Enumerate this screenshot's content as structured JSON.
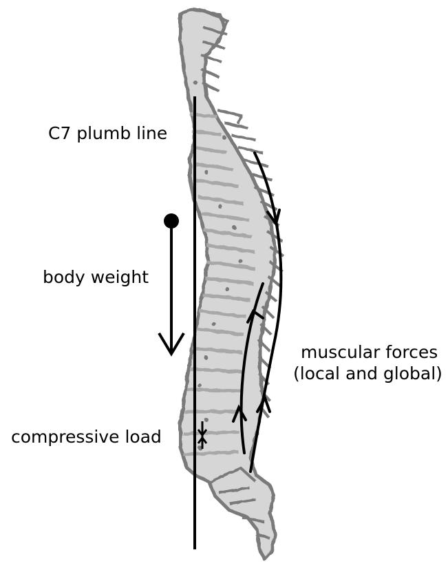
{
  "labels": {
    "plumb_line": "C7 plumb line",
    "body_weight": "body weight",
    "muscular_forces_line1": "muscular forces",
    "muscular_forces_line2": "(local and global)",
    "compressive_load": "compressive load"
  },
  "colors": {
    "bone_fill": "#d6d6d6",
    "bone_outline": "#7a7a7a",
    "disc_fill": "#bdbdbd",
    "line": "#000000",
    "background": "#ffffff"
  }
}
